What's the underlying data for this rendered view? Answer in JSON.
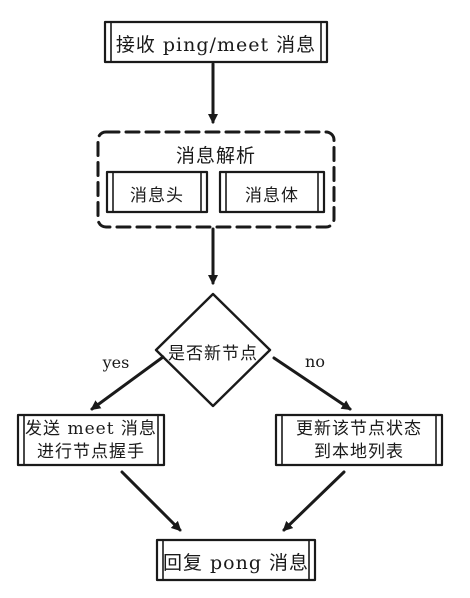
{
  "nodes": {
    "receive": "接收 ping/meet 消息",
    "parse": "消息解析",
    "header": "消息头",
    "body": "消息体",
    "decision": "是否新节点",
    "send_meet_line1": "发送 meet 消息",
    "send_meet_line2": "进行节点握手",
    "update_line1": "更新该节点状态",
    "update_line2": "到本地列表",
    "reply": "回复 pong 消息"
  },
  "edges": {
    "yes_label": "yes",
    "no_label": "no"
  },
  "colors": {
    "stroke": "#1a1a1a",
    "background": "#ffffff"
  }
}
